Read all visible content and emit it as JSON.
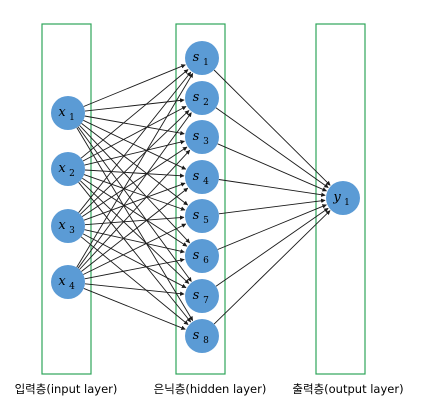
{
  "layers": [
    {
      "id": "input",
      "caption": "입력층(input layer)",
      "nodes": [
        {
          "base": "x",
          "sub": "1"
        },
        {
          "base": "x",
          "sub": "2"
        },
        {
          "base": "x",
          "sub": "3"
        },
        {
          "base": "x",
          "sub": "4"
        }
      ]
    },
    {
      "id": "hidden",
      "caption": "은닉층(hidden layer)",
      "nodes": [
        {
          "base": "s",
          "sub": "1"
        },
        {
          "base": "s",
          "sub": "2"
        },
        {
          "base": "s",
          "sub": "3"
        },
        {
          "base": "s",
          "sub": "4"
        },
        {
          "base": "s",
          "sub": "5"
        },
        {
          "base": "s",
          "sub": "6"
        },
        {
          "base": "s",
          "sub": "7"
        },
        {
          "base": "s",
          "sub": "8"
        }
      ]
    },
    {
      "id": "output",
      "caption": "출력층(output layer)",
      "nodes": [
        {
          "base": "y",
          "sub": "1"
        }
      ]
    }
  ],
  "colors": {
    "node_fill": "#5b9bd5",
    "box_stroke": "#2ea55a",
    "edge": "#1a1a1a"
  }
}
